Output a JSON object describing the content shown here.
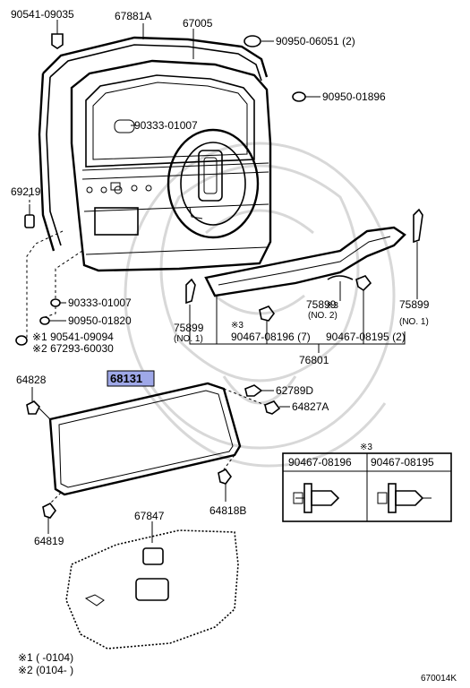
{
  "labels": {
    "p90541_09035": "90541-09035",
    "p67881a": "67881A",
    "p67005": "67005",
    "p90950_06051": "90950-06051 (2)",
    "p90950_01896": "90950-01896",
    "p90333_01007_top": "90333-01007",
    "p69219": "69219",
    "p90333_01007_bot": "90333-01007",
    "p90950_01820": "90950-01820",
    "p90541_09094": "※1 90541-09094",
    "p67293_60030": "※2 67293-60030",
    "p75899_left": "75899",
    "p75899_left_no": "(NO. 1)",
    "p75899_mid": "75899",
    "p75899_mid_no": "(NO. 2)",
    "p75899_right": "75899",
    "p75899_right_no": "(NO. 1)",
    "p90467_08196_mark": "※3",
    "p90467_08196": "90467-08196 (7)",
    "p90467_08195_mark": "※3",
    "p90467_08195": "90467-08195 (2)",
    "p76801": "76801",
    "p64828": "64828",
    "p68131": "68131",
    "p62789d": "62789D",
    "p64827a": "64827A",
    "p67847": "67847",
    "p64818b": "64818B",
    "p64819": "64819"
  },
  "detail_box": {
    "mark": "※3",
    "col1": "90467-08196",
    "col2": "90467-08195"
  },
  "footnotes": {
    "note1": "※1 (      -0104)",
    "note2": "※2 (0104-      )"
  },
  "diagram_id": "670014K",
  "highlight_color": "#9fa8e8"
}
